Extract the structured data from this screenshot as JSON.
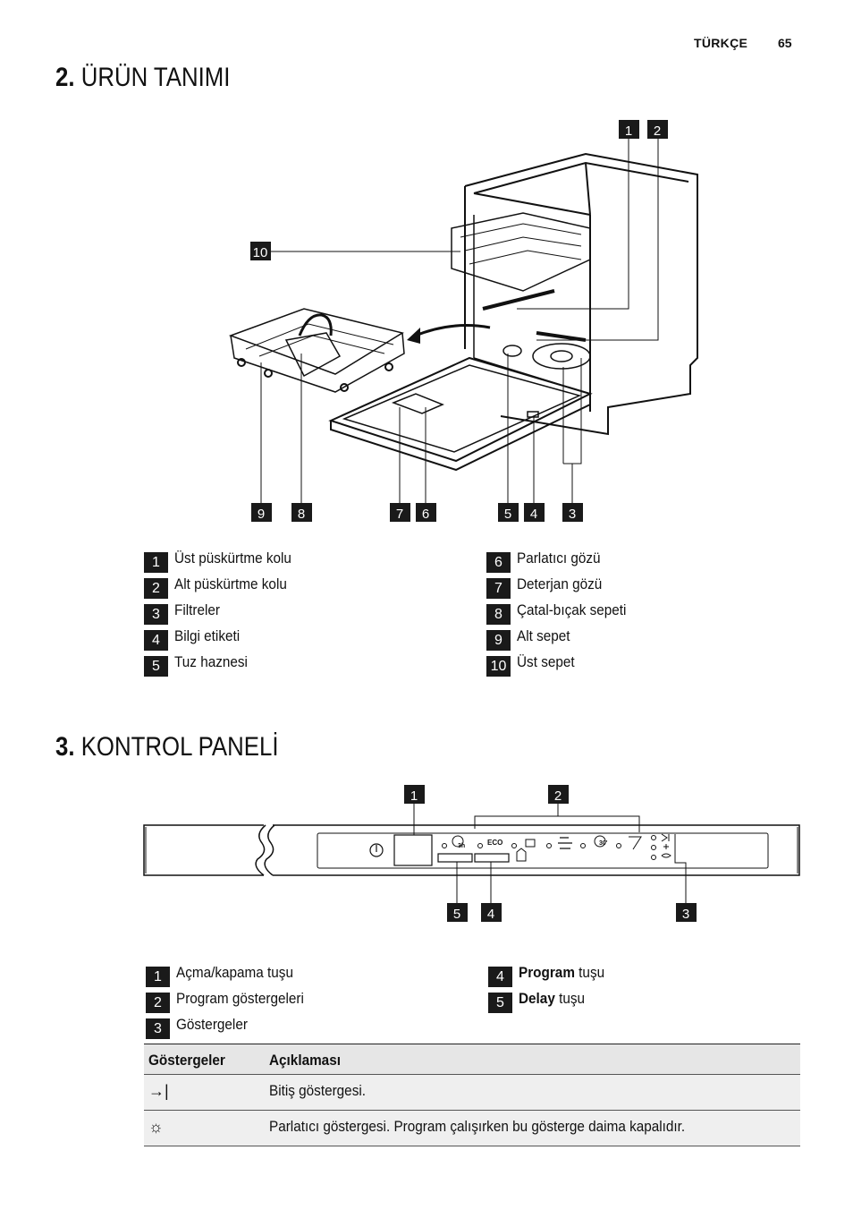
{
  "header": {
    "language": "TÜRKÇE",
    "page_number": "65"
  },
  "section2": {
    "number": "2.",
    "title": "ÜRÜN TANIMI",
    "figure_callouts": [
      "1",
      "2",
      "10",
      "9",
      "8",
      "7",
      "6",
      "5",
      "4",
      "3"
    ],
    "legend": [
      {
        "num": "1",
        "label": "Üst püskürtme kolu"
      },
      {
        "num": "2",
        "label": "Alt püskürtme kolu"
      },
      {
        "num": "3",
        "label": "Filtreler"
      },
      {
        "num": "4",
        "label": "Bilgi etiketi"
      },
      {
        "num": "5",
        "label": "Tuz haznesi"
      },
      {
        "num": "6",
        "label": "Parlatıcı gözü"
      },
      {
        "num": "7",
        "label": "Deterjan gözü"
      },
      {
        "num": "8",
        "label": "Çatal-bıçak sepeti"
      },
      {
        "num": "9",
        "label": "Alt sepet"
      },
      {
        "num": "10",
        "label": "Üst sepet"
      }
    ]
  },
  "section3": {
    "number": "3.",
    "title": "KONTROL PANELİ",
    "panel_callouts": [
      "1",
      "2",
      "5",
      "4",
      "3"
    ],
    "panel_labels": {
      "delay": "3h",
      "eco": "ECO",
      "p30": "30'"
    },
    "legend": [
      {
        "num": "1",
        "label": "Açma/kapama tuşu"
      },
      {
        "num": "2",
        "label": "Program göstergeleri"
      },
      {
        "num": "3",
        "label": "Göstergeler"
      },
      {
        "num": "4",
        "bold": "Program",
        "label": " tuşu"
      },
      {
        "num": "5",
        "bold": "Delay",
        "label": " tuşu"
      }
    ],
    "table": {
      "headers": [
        "Göstergeler",
        "Açıklaması"
      ],
      "rows": [
        {
          "icon": "end-indicator-icon",
          "symbol": "→|",
          "desc": "Bitiş göstergesi."
        },
        {
          "icon": "rinse-aid-indicator-icon",
          "symbol": "☼",
          "desc": "Parlatıcı göstergesi. Program çalışırken bu gösterge daima kapalıdır."
        }
      ]
    }
  }
}
